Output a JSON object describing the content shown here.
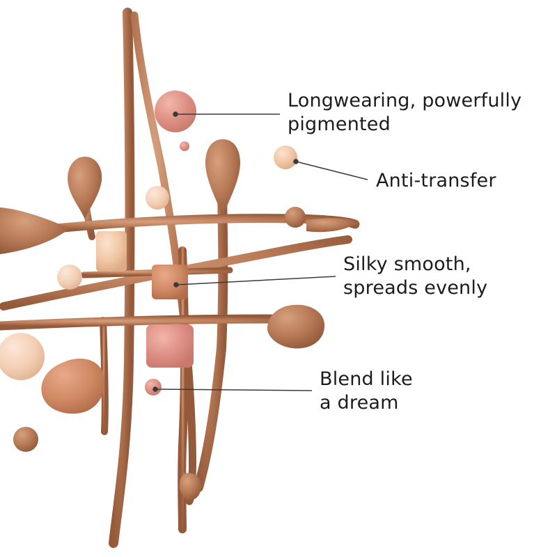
{
  "callouts": {
    "pigmented": {
      "line1": "Longwearing, powerfully",
      "line2": "pigmented"
    },
    "transfer": {
      "line1": "Anti-transfer"
    },
    "smooth": {
      "line1": "Silky smooth,",
      "line2": "spreads evenly"
    },
    "blend": {
      "line1": "Blend like",
      "line2": "a dream"
    }
  },
  "colors": {
    "foundation_main": "#b87a57",
    "foundation_dark": "#9e6242",
    "foundation_light": "#d29a76",
    "pink": "#dd8e82",
    "peach": "#f0c6a4",
    "light_beige": "#f3cfb4",
    "text": "#1c1c1c",
    "leader_line": "#3a3a3a"
  }
}
